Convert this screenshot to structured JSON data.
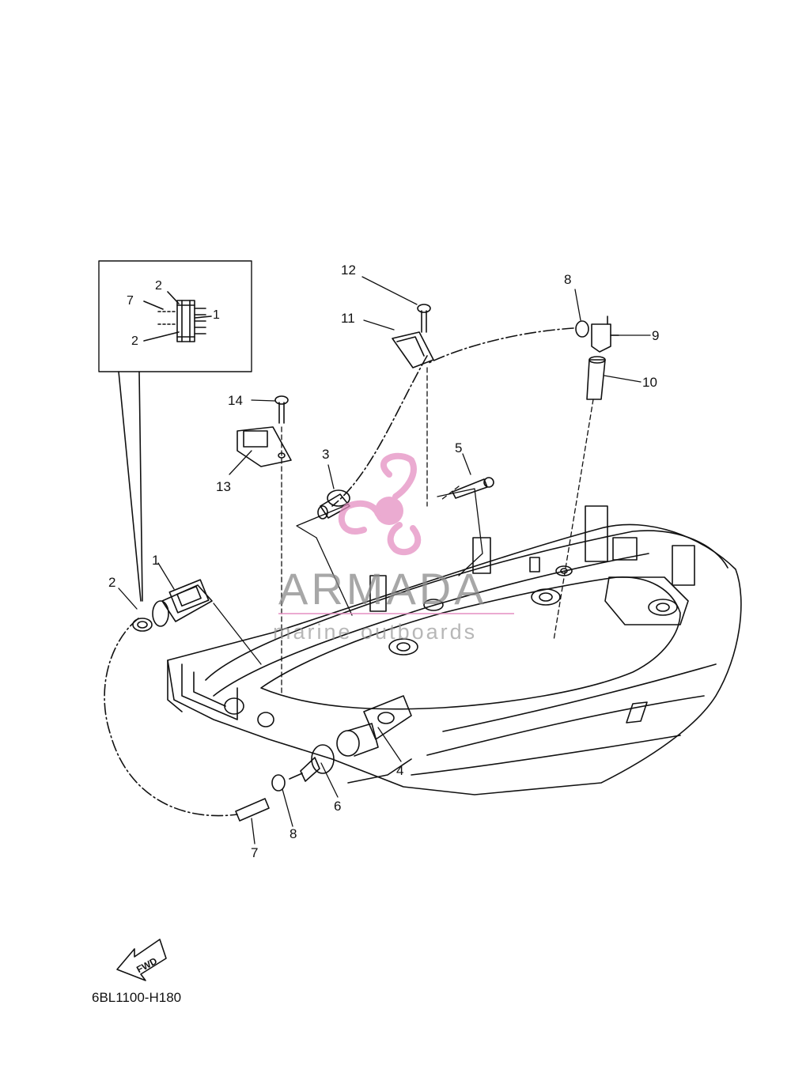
{
  "diagram": {
    "callouts": [
      "1",
      "2",
      "3",
      "4",
      "5",
      "6",
      "7",
      "8",
      "9",
      "10",
      "11",
      "12",
      "13",
      "14"
    ],
    "inset_callouts": {
      "a": "2",
      "b": "7",
      "c": "1",
      "d": "2"
    },
    "part_code": "6BL1100-H180",
    "fwd_badge": "FWD"
  },
  "watermark": {
    "title": "ARMADA",
    "subtitle": "marine outboards",
    "colors": {
      "logo": "#e58fc2",
      "text": "#8a8a8a"
    }
  }
}
